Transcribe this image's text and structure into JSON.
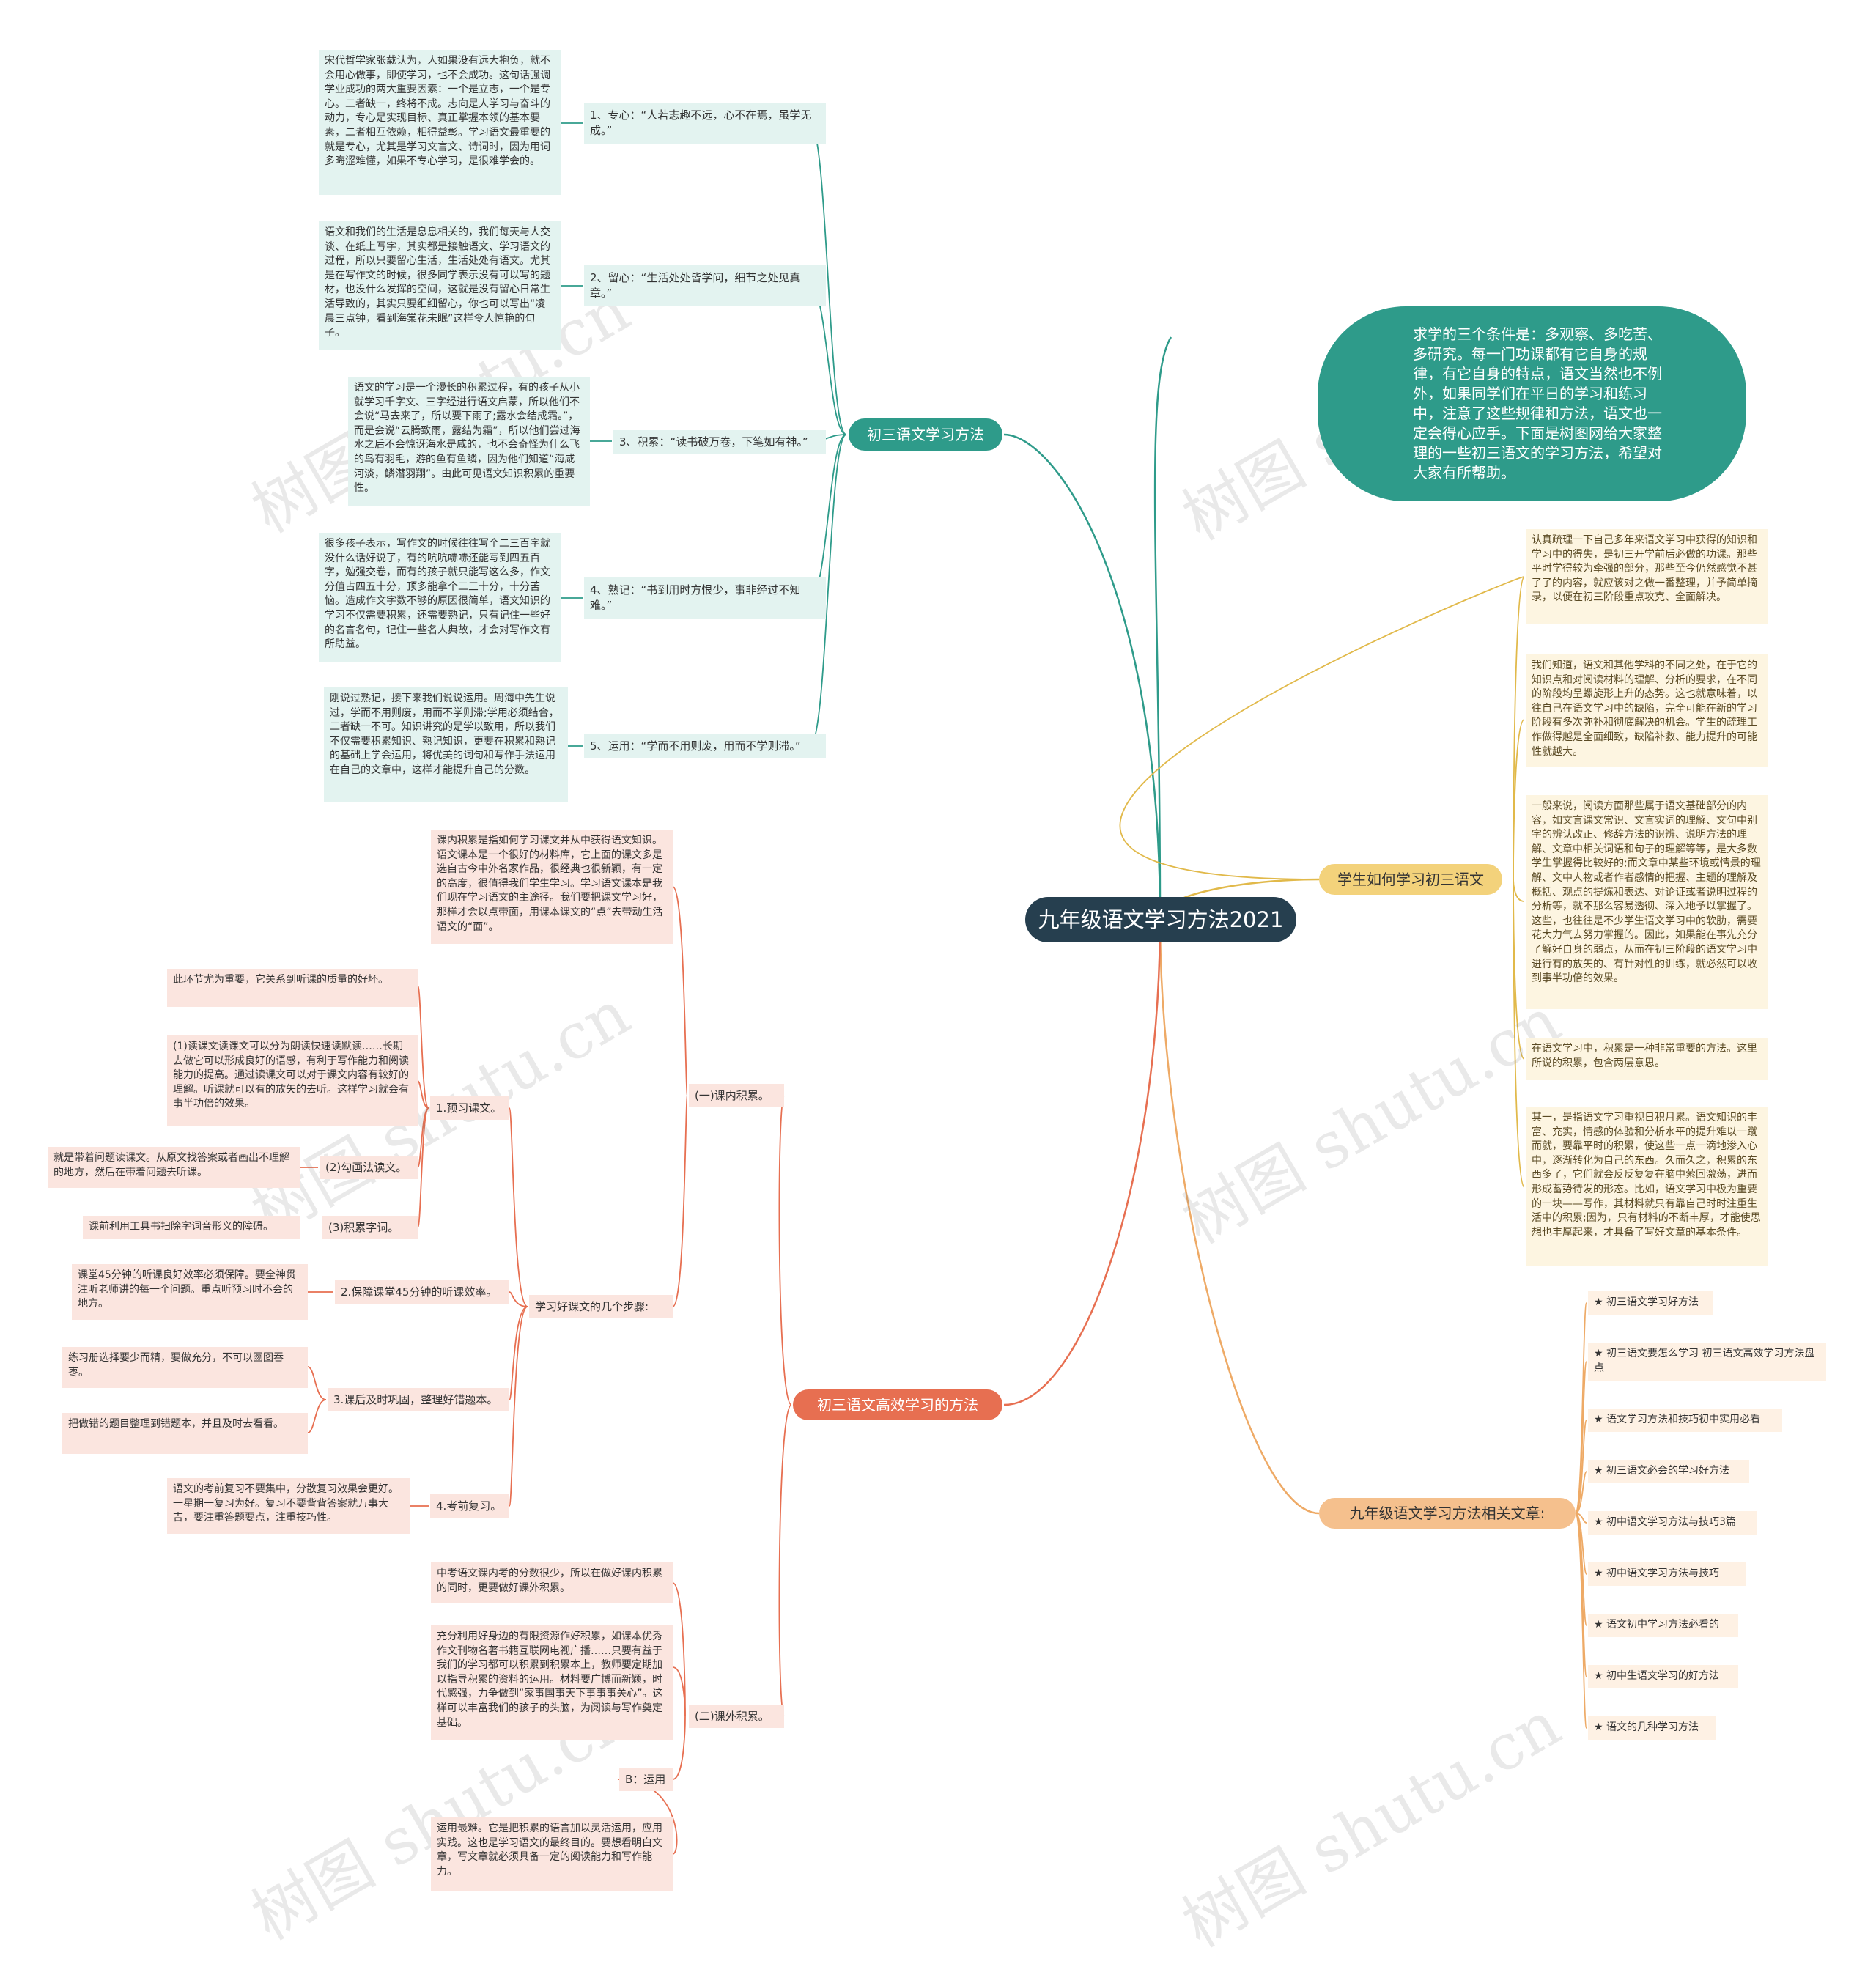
{
  "root": "九年级语文学习方法2021",
  "intro": "求学的三个条件是：多观察、多吃苦、多研究。每一门功课都有它自身的规律，有它自身的特点，语文当然也不例外，如果同学们在平日的学习和练习中，注意了这些规律和方法，语文也一定会得心应手。下面是树图网给大家整理的一些初三语文的学习方法，希望对大家有所帮助。",
  "branch1": {
    "label": "初三语文学习方法",
    "items": [
      {
        "label": "1、专心：“人若志趣不远，心不在焉，虽学无成。”",
        "detail": "宋代哲学家张载认为，人如果没有远大抱负，就不会用心做事，即使学习，也不会成功。这句话强调学业成功的两大重要因素：一个是立志，一个是专心。二者缺一，终将不成。志向是人学习与奋斗的动力，专心是实现目标、真正掌握本领的基本要素，二者相互依赖，相得益彰。学习语文最重要的就是专心，尤其是学习文言文、诗词时，因为用词多晦涩难懂，如果不专心学习，是很难学会的。"
      },
      {
        "label": "2、留心：“生活处处皆学问，细节之处见真章。”",
        "detail": "语文和我们的生活是息息相关的，我们每天与人交谈、在纸上写字，其实都是接触语文、学习语文的过程，所以只要留心生活，生活处处有语文。尤其是在写作文的时候，很多同学表示没有可以写的题材，也没什么发挥的空间，这就是没有留心日常生活导致的，其实只要细细留心，你也可以写出“凌晨三点钟，看到海棠花未眠”这样令人惊艳的句子。"
      },
      {
        "label": "3、积累：“读书破万卷，下笔如有神。”",
        "detail": "语文的学习是一个漫长的积累过程，有的孩子从小就学习千字文、三字经进行语文启蒙，所以他们不会说“马去来了，所以要下雨了;露水会结成霜。”，而是会说“云腾致雨，露结为霜”，所以他们尝过海水之后不会惊讶海水是咸的，也不会奇怪为什么飞的鸟有羽毛，游的鱼有鱼鳞，因为他们知道“海咸河淡，鳞潜羽翔”。由此可见语文知识积累的重要性。"
      },
      {
        "label": "4、熟记：“书到用时方恨少，事非经过不知难。”",
        "detail": "很多孩子表示，写作文的时候往往写个二三百字就没什么话好说了，有的吭吭哧哧还能写到四五百字，勉强交卷，而有的孩子就只能写这么多，作文分值占四五十分，顶多能拿个二三十分，十分苦恼。造成作文字数不够的原因很简单，语文知识的学习不仅需要积累，还需要熟记，只有记住一些好的名言名句，记住一些名人典故，才会对写作文有所助益。"
      },
      {
        "label": "5、运用：“学而不用则废，用而不学则滞。”",
        "detail": "刚说过熟记，接下来我们说说运用。周海中先生说过，学而不用则废，用而不学则滞;学用必须结合，二者缺一不可。知识讲究的是学以致用，所以我们不仅需要积累知识、熟记知识，更要在积累和熟记的基础上学会运用，将优美的词句和写作手法运用在自己的文章中，这样才能提升自己的分数。"
      }
    ]
  },
  "branch2": {
    "label": "学生如何学习初三语文",
    "items": [
      "认真疏理一下自己多年来语文学习中获得的知识和学习中的得失，是初三开学前后必做的功课。那些平时学得较为牵强的部分，那些至今仍然感觉不甚了了的内容，就应该对之做一番整理，并予简单摘录，以便在初三阶段重点攻克、全面解决。",
      "我们知道，语文和其他学科的不同之处，在于它的知识点和对阅读材料的理解、分析的要求，在不同的阶段均呈螺旋形上升的态势。这也就意味着，以往自己在语文学习中的缺陷，完全可能在新的学习阶段有多次弥补和彻底解决的机会。学生的疏理工作做得越是全面细致，缺陷补救、能力提升的可能性就越大。",
      "一般来说，阅读方面那些属于语文基础部分的内容，如文言课文常识、文言实词的理解、文句中别字的辨认改正、修辞方法的识辨、说明方法的理解、文章中相关词语和句子的理解等等，是大多数学生掌握得比较好的;而文章中某些环境或情景的理解、文中人物或者作者感情的把握、主题的理解及概括、观点的提炼和表达、对论证或者说明过程的分析等，就不那么容易透彻、深入地予以掌握了。这些，也往往是不少学生语文学习中的软肋，需要花大力气去努力掌握的。因此，如果能在事先充分了解好自身的弱点，从而在初三阶段的语文学习中进行有的放矢的、有针对性的训练，就必然可以收到事半功倍的效果。",
      "在语文学习中，积累是一种非常重要的方法。这里所说的积累，包含两层意思。",
      "其一，是指语文学习重视日积月累。语文知识的丰富、充实，情感的体验和分析水平的提升难以一蹴而就，要靠平时的积累，使这些一点一滴地渗入心中，逐渐转化为自己的东西。久而久之，积累的东西多了，它们就会反反复复在脑中萦回激荡，进而形成蓄势待发的形态。比如，语文学习中极为重要的一块——写作，其材料就只有靠自己时时注重生活中的积累;因为，只有材料的不断丰厚，才能使思想也丰厚起来，才具备了写好文章的基本条件。"
    ]
  },
  "branch3": {
    "label": "九年级语文学习方法相关文章:",
    "items": [
      "★ 初三语文学习好方法",
      "★ 初三语文要怎么学习 初三语文高效学习方法盘点",
      "★ 语文学习方法和技巧初中实用必看",
      "★ 初三语文必会的学习好方法",
      "★ 初中语文学习方法与技巧3篇",
      "★ 初中语文学习方法与技巧",
      "★ 语文初中学习方法必看的",
      "★ 初中生语文学习的好方法",
      "★ 语文的几种学习方法"
    ]
  },
  "branch4": {
    "label": "初三语文高效学习的方法",
    "in_class": {
      "label": "(一)课内积累。",
      "intro": "课内积累是指如何学习课文并从中获得语文知识。语文课本是一个很好的材料库，它上面的课文多是选自古今中外名家作品，很经典也很新颖，有一定的高度，很值得我们学生学习。学习语文课本是我们现在学习语文的主途径。我们要把课文学习好，那样才会以点带面，用课本课文的“点”去带动生活语文的“面”。",
      "steps": {
        "label": "学习好课文的几个步骤:",
        "s1": {
          "label": "1.预习课文。",
          "note": "此环节尤为重要，它关系到听课的质量的好坏。",
          "read": "(1)读课文读课文可以分为朗读快速读默读……长期去做它可以形成良好的语感，有利于写作能力和阅读能力的提高。通过读课文可以对于课文内容有较好的理解。听课就可以有的放矢的去听。这样学习就会有事半功倍的效果。",
          "mark_label": "(2)勾画法读文。",
          "mark": "就是带着问题读课文。从原文找答案或者画出不理解的地方，然后在带着问题去听课。",
          "words_label": "(3)积累字词。",
          "words": "课前利用工具书扫除字词音形义的障碍。"
        },
        "s2": {
          "label": "2.保障课堂45分钟的听课效率。",
          "detail": "课堂45分钟的听课良好效率必须保障。要全神贯注听老师讲的每一个问题。重点听预习时不会的地方。"
        },
        "s3": {
          "label": "3.课后及时巩固，整理好错题本。",
          "a": "练习册选择要少而精，要做充分，不可以囫囵吞枣。",
          "b": "把做错的题目整理到错题本，并且及时去看看。"
        },
        "s4": {
          "label": "4.考前复习。",
          "detail": "语文的考前复习不要集中，分散复习效果会更好。一星期一复习为好。复习不要背背答案就万事大吉，要注重答题要点，注重技巧性。"
        }
      }
    },
    "out_class": {
      "label": "(二)课外积累。",
      "a": "中考语文课内考的分数很少，所以在做好课内积累的同时，更要做好课外积累。",
      "b": "充分利用好身边的有限资源作好积累，如课本优秀作文刊物名著书籍互联网电视广播……只要有益于我们的学习都可以积累到积累本上，教师要定期加以指导积累的资料的运用。材料要广博而新颖，时代感强，力争做到“家事国事天下事事事关心”。这样可以丰富我们的孩子的头脑，为阅读与写作奠定基础。",
      "use_label": "B：运用",
      "use": "运用最难。它是把积累的语言加以灵活运用，应用实践。这也是学习语文的最终目的。要想看明白文章，写文章就必须具备一定的阅读能力和写作能力。"
    }
  },
  "watermark": "树图 shutu.cn",
  "colors": {
    "root": "#263f4f",
    "teal": "#2e9b8a",
    "yellow": "#f3d27b",
    "orange": "#f5c08d",
    "red": "#e76f51"
  }
}
